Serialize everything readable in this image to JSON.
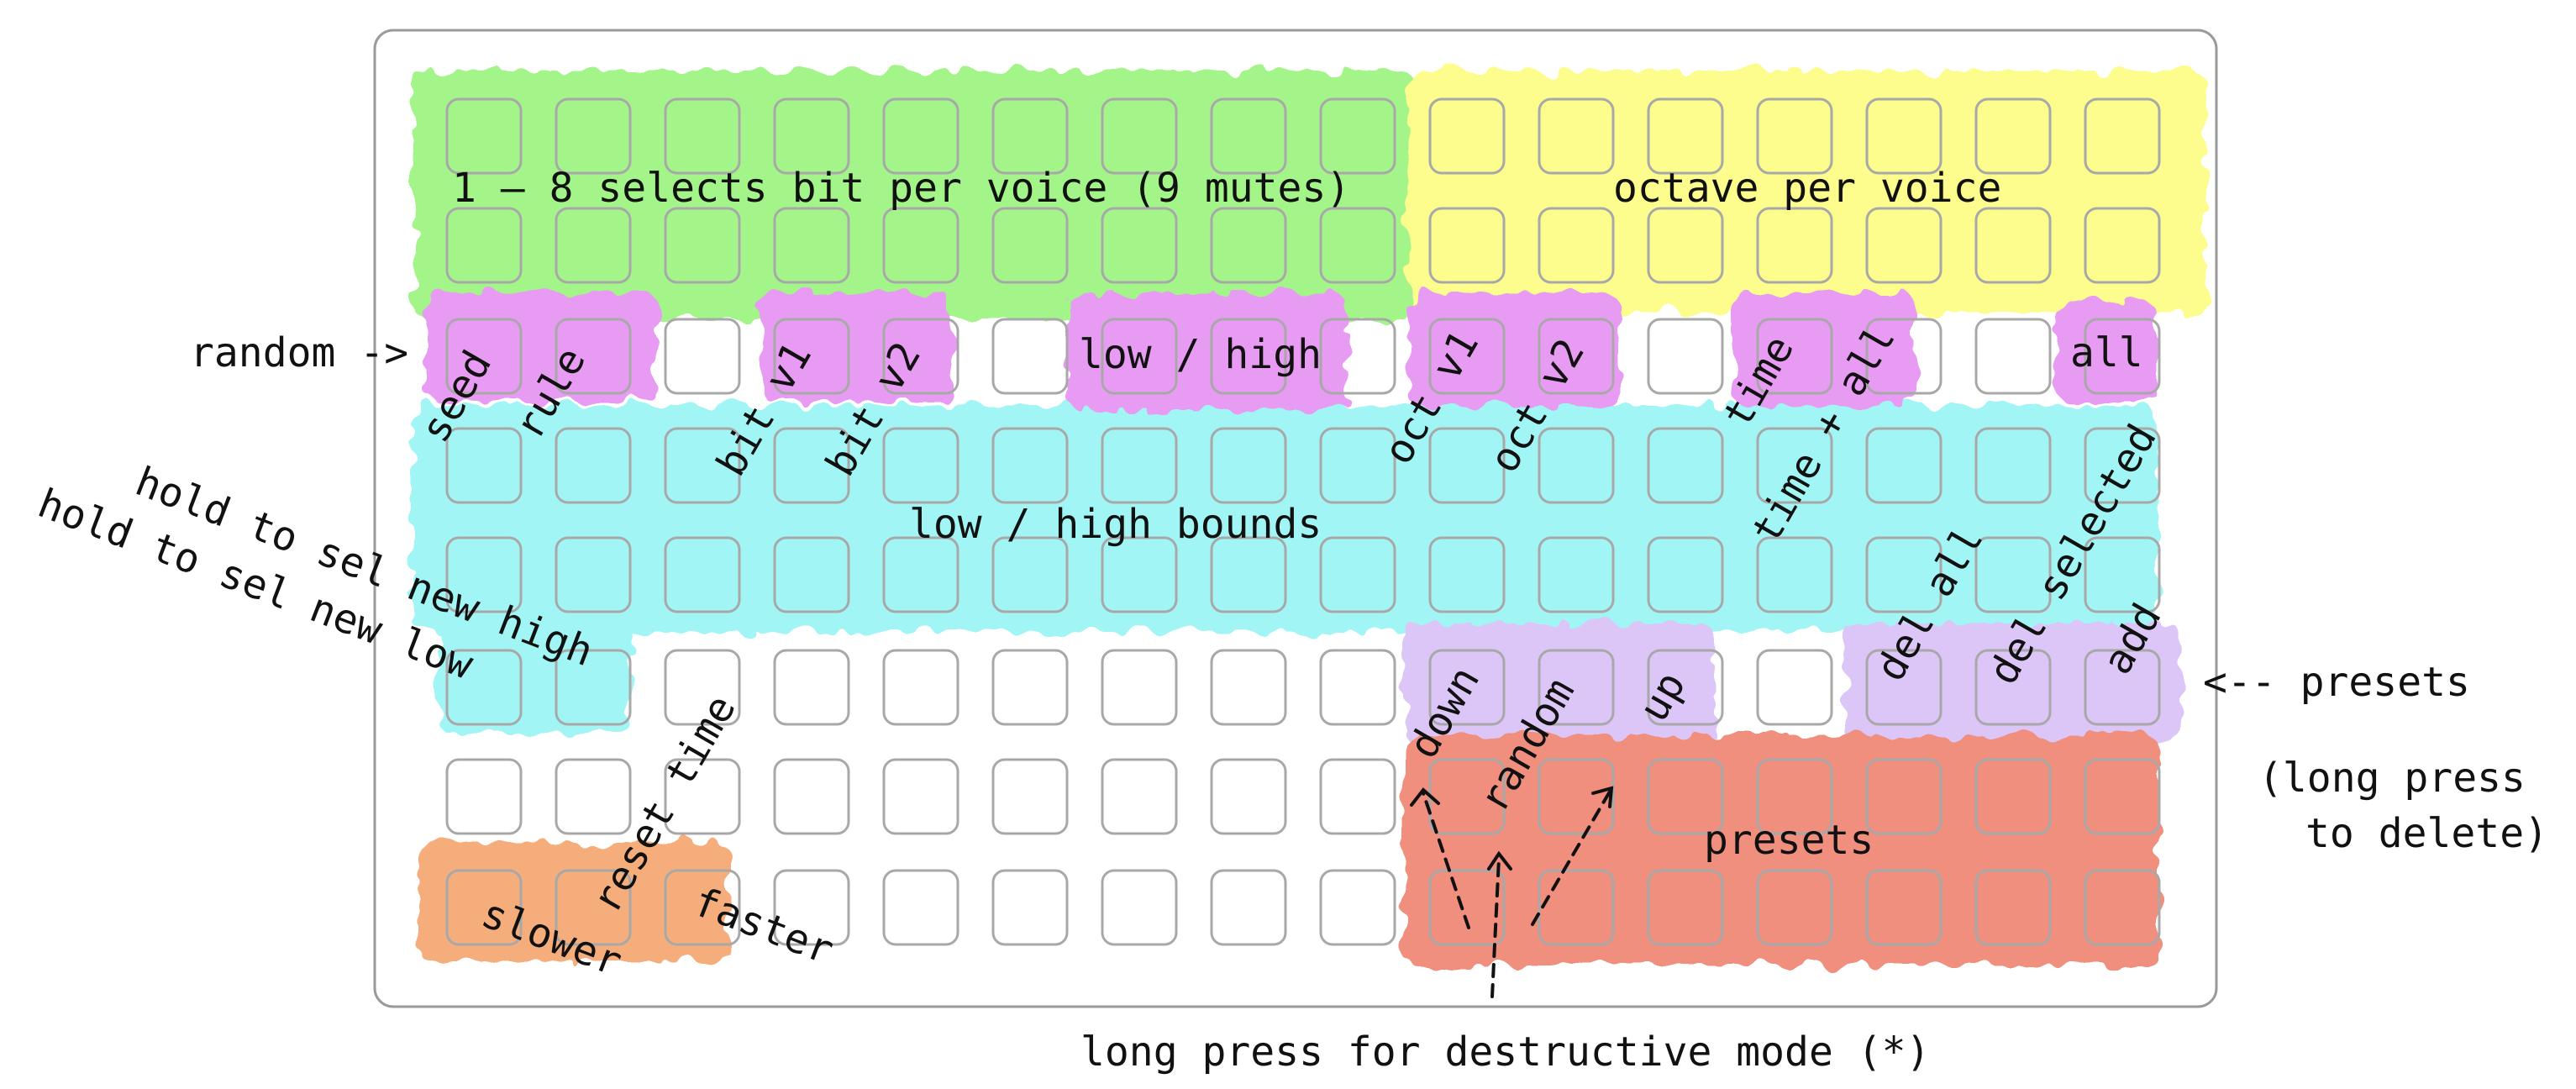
{
  "colors": {
    "green": "#a4f589",
    "yellow": "#fdfd8e",
    "pink": "#e89bf2",
    "cyan": "#a1f6f5",
    "lavender": "#dcc5f7",
    "salmon": "#f08f7e",
    "orange": "#f6ad7b",
    "frame": "#9a9a9a",
    "key": "#a8a8a8"
  },
  "grid": {
    "columns": 16,
    "rows": 8
  },
  "zones": {
    "bit_select": "1 – 8 selects bit per voice (9 mutes)",
    "octave": "octave per voice",
    "random_row": [
      "seed",
      "rule",
      "bit v1",
      "bit v2",
      "low / high",
      "oct v1",
      "oct v2",
      "time",
      "time + all",
      "all"
    ],
    "bounds": "low / high bounds",
    "hold_high": "hold to sel new high",
    "hold_low": "hold to sel new low",
    "preset_controls": [
      "down",
      "random",
      "up",
      "del all",
      "del selected",
      "add"
    ],
    "presets": "presets",
    "time_controls": [
      "reset time",
      "slower",
      "faster"
    ]
  },
  "annotations": {
    "random": "random ->",
    "presets": "<-- presets",
    "long_press_1": "(long press",
    "long_press_2": "to delete)",
    "destructive": "long press for destructive mode (*)"
  }
}
